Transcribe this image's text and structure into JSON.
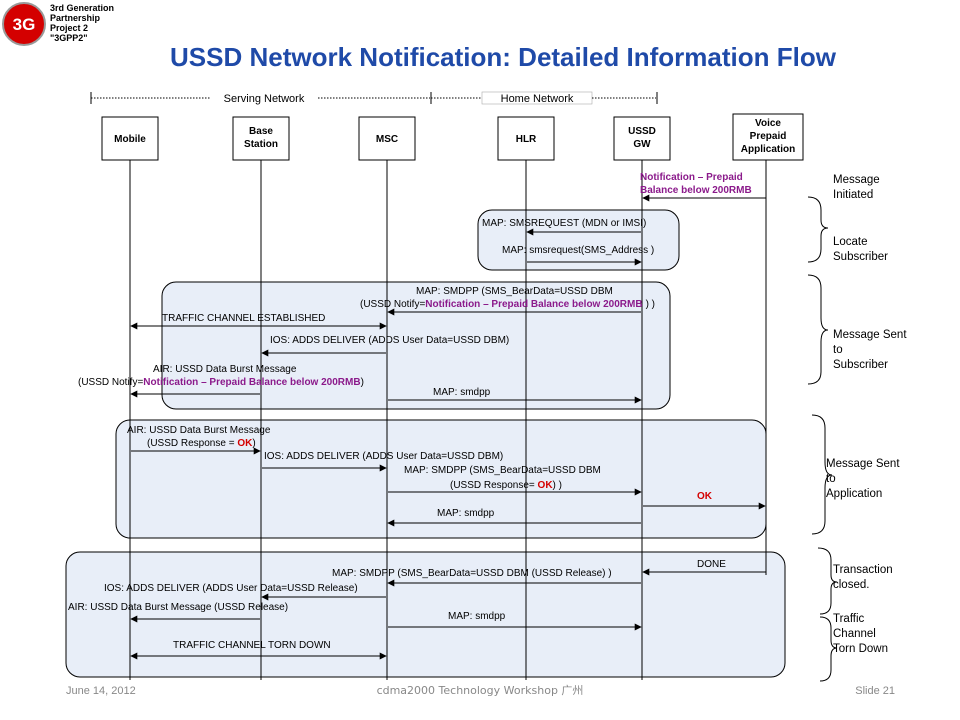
{
  "logo": {
    "badge": "3G",
    "lines": [
      "3rd Generation",
      "Partnership",
      "Project 2",
      "\"3GPP2\""
    ]
  },
  "title": "USSD Network Notification: Detailed Information Flow",
  "network_labels": {
    "serving": "Serving Network",
    "home": "Home Network"
  },
  "entities": {
    "mobile": "Mobile",
    "base_station": [
      "Base",
      "Station"
    ],
    "msc": "MSC",
    "hlr": "HLR",
    "ussd_gw": [
      "USSD",
      "GW"
    ],
    "vpa": [
      "Voice",
      "Prepaid",
      "Application"
    ]
  },
  "messages": {
    "m1": [
      "Notification – Prepaid",
      "Balance below 200RMB"
    ],
    "m2": "MAP: SMSREQUEST (MDN or IMSI)",
    "m3": "MAP: smsrequest(SMS_Address )",
    "m4a": "MAP: SMDPP (SMS_BearData=USSD DBM",
    "m4b_prefix": "(USSD Notify=",
    "m4b_highlight": "Notification – Prepaid Balance below 200RMB",
    "m4b_suffix": ") )",
    "m5": "TRAFFIC CHANNEL ESTABLISHED",
    "m6": "IOS: ADDS DELIVER (ADDS User Data=USSD DBM)",
    "m7a": "AIR: USSD Data Burst Message",
    "m7b_prefix": "(USSD Notify=",
    "m7b_highlight": "Notification – Prepaid Balance below 200RMB",
    "m7b_suffix": ")",
    "m8": "MAP: smdpp",
    "m9a": "AIR: USSD Data Burst Message",
    "m9b_prefix": "(USSD Response = ",
    "m9b_highlight": "OK",
    "m9b_suffix": ")",
    "m10": "IOS: ADDS DELIVER (ADDS User Data=USSD DBM)",
    "m11a": "MAP: SMDPP (SMS_BearData=USSD DBM",
    "m11b_prefix": "(USSD Response= ",
    "m11b_highlight": "OK",
    "m11b_suffix": ") )",
    "m12": "OK",
    "m13": "MAP: smdpp",
    "m14": "DONE",
    "m15": "MAP: SMDPP (SMS_BearData=USSD DBM (USSD Release) )",
    "m16": "IOS: ADDS DELIVER (ADDS User Data=USSD Release)",
    "m17": "AIR: USSD Data Burst Message (USSD Release)",
    "m18": "MAP: smdpp",
    "m19": "TRAFFIC CHANNEL TORN DOWN"
  },
  "phases": {
    "p1": [
      "Message",
      "Initiated"
    ],
    "p2": [
      "Locate",
      "Subscriber"
    ],
    "p3": [
      "Message Sent",
      "to",
      "Subscriber"
    ],
    "p4": [
      "Message Sent",
      "to",
      "Application"
    ],
    "p5": [
      "Transaction",
      "closed."
    ],
    "p6": [
      "Traffic",
      "Channel",
      "Torn Down"
    ]
  },
  "footer": {
    "date": "June 14, 2012",
    "center": "cdma2000 Technology Workshop 广州",
    "slide": "Slide 21"
  },
  "colors": {
    "title": "#1f4aa8",
    "highlight": "#8b1a8b",
    "ok": "#d40000",
    "box_fill": "#e8eef8"
  }
}
